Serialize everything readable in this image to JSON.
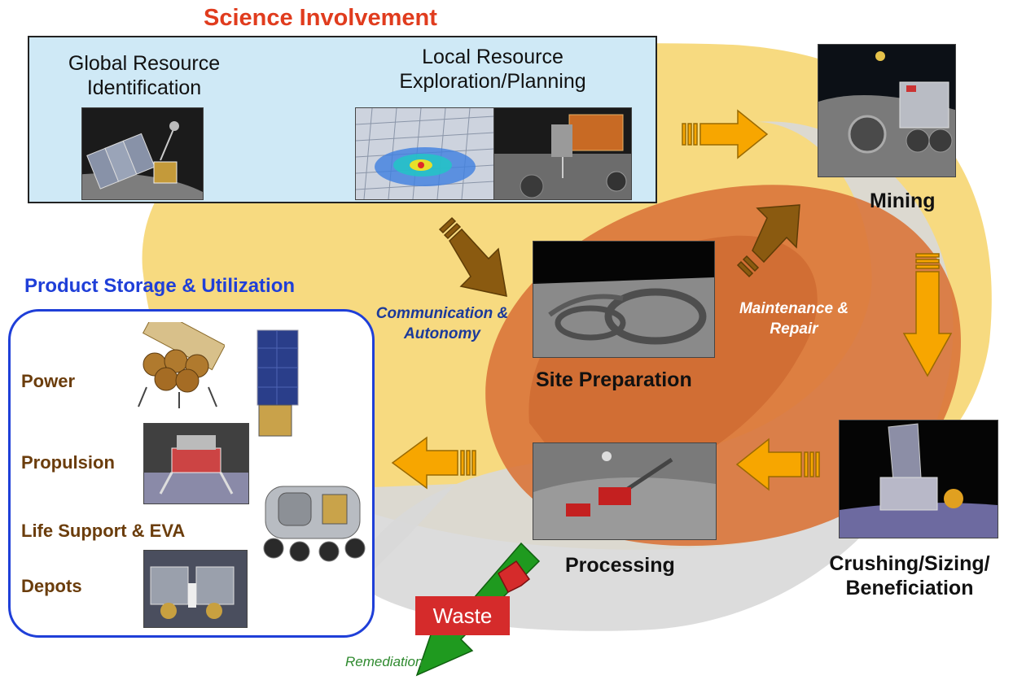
{
  "science": {
    "title": "Science Involvement",
    "global_label": "Global Resource Identification",
    "local_label": "Local Resource Exploration/Planning"
  },
  "stages": {
    "mining": "Mining",
    "site_preparation": "Site Preparation",
    "processing": "Processing",
    "crushing": "Crushing/Sizing/ Beneficiation"
  },
  "annotations": {
    "communication": "Communication & Autonomy",
    "maintenance": "Maintenance & Repair",
    "waste": "Waste",
    "remediation": "Remediation"
  },
  "storage": {
    "title": "Product Storage & Utilization",
    "items": [
      "Power",
      "Propulsion",
      "Life Support & EVA",
      "Depots"
    ]
  },
  "icons": [
    "satellite-icon",
    "terrain-map-icon",
    "rover-icon",
    "mining-rover-icon",
    "landing-site-icon",
    "processing-plant-icon",
    "crusher-plant-icon",
    "solar-power-icon",
    "lander-icon",
    "habitat-rover-icon",
    "depot-icon"
  ],
  "colors": {
    "outer_ellipse": "#f6d46a",
    "inner_ellipse": "#d9743a",
    "gray_loop": "#d8d8d8",
    "flow_arrow": "#f7a600",
    "brown_arrow": "#8a5a10",
    "waste_arrow": "#1f9a1f",
    "accent_red": "#e03c1e",
    "accent_blue": "#1f3fd8"
  }
}
